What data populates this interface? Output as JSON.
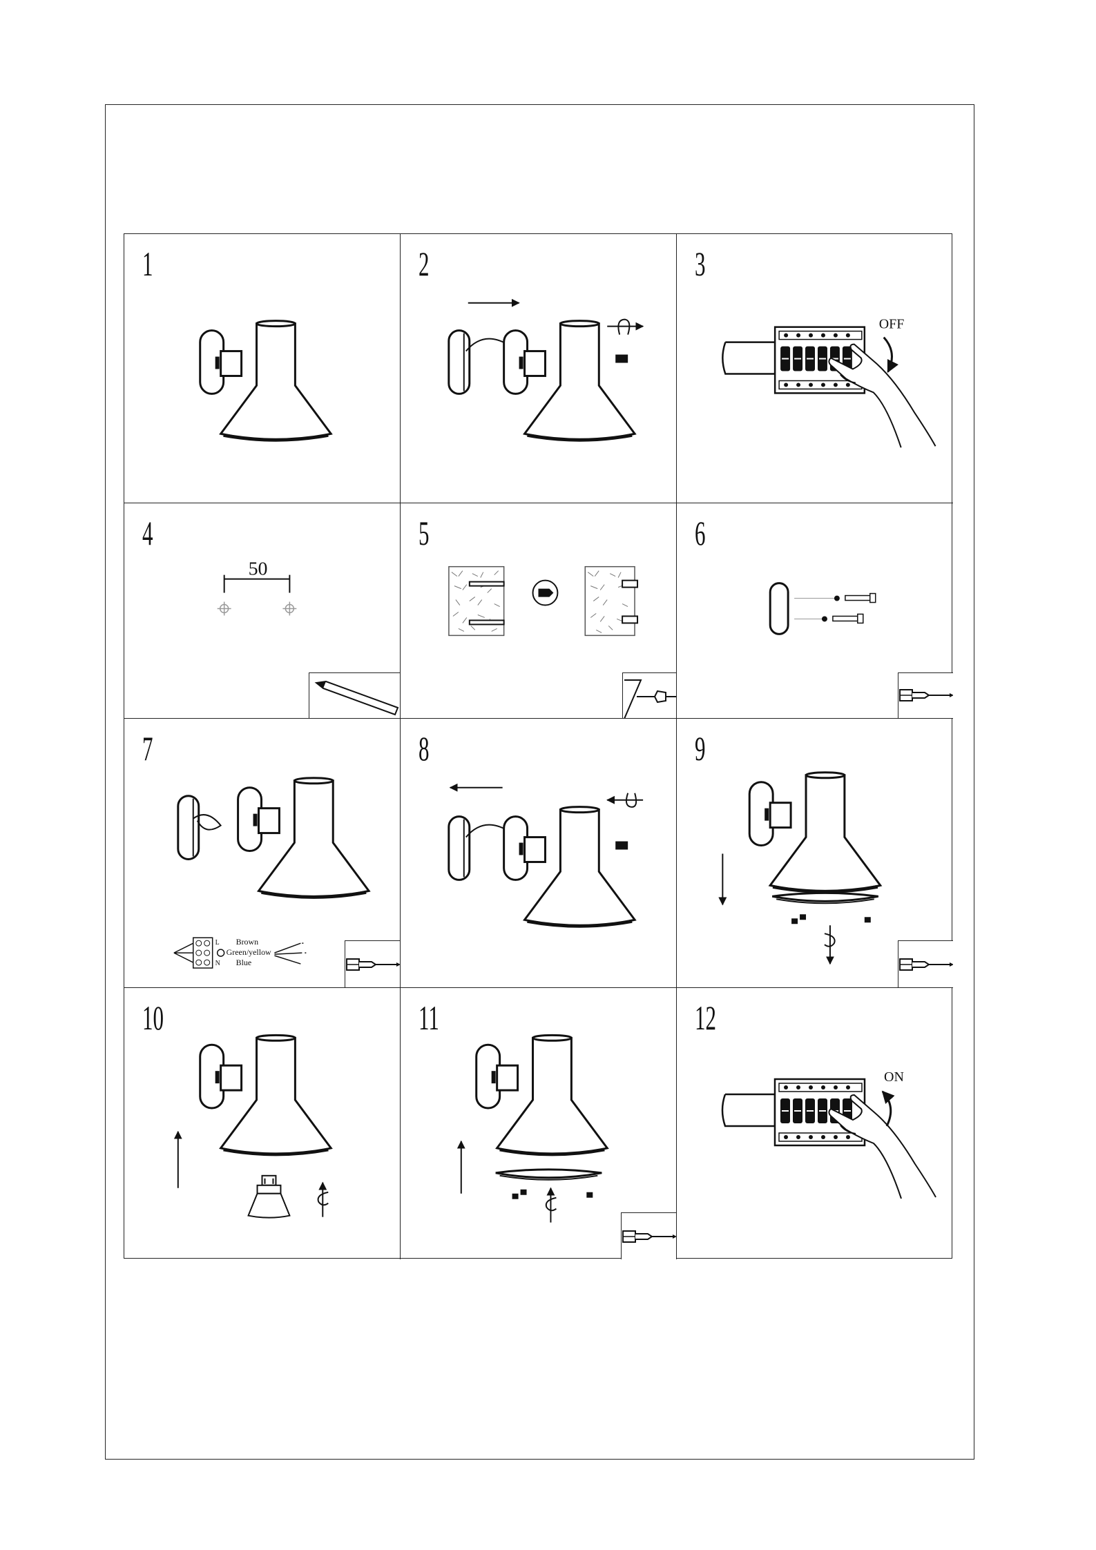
{
  "steps": [
    {
      "number": "1"
    },
    {
      "number": "2"
    },
    {
      "number": "3",
      "label": "OFF"
    },
    {
      "number": "4",
      "dimension": "50"
    },
    {
      "number": "5"
    },
    {
      "number": "6"
    },
    {
      "number": "7",
      "wires": {
        "l": "L",
        "n": "N",
        "brown": "Brown",
        "green_yellow": "Green/yellow",
        "blue": "Blue"
      }
    },
    {
      "number": "8"
    },
    {
      "number": "9"
    },
    {
      "number": "10"
    },
    {
      "number": "11"
    },
    {
      "number": "12",
      "label": "ON"
    }
  ],
  "icons": {
    "lamp": "wall-lamp-icon",
    "pencil": "pencil-icon",
    "drill": "drill-icon",
    "screwdriver": "screwdriver-icon",
    "hand": "hand-icon",
    "breaker": "circuit-breaker-icon",
    "arrow": "arrow-icon",
    "rotate": "rotate-icon",
    "screw": "screw-icon",
    "bulb": "bulb-icon"
  },
  "colors": {
    "line": "#111111",
    "background": "#ffffff"
  }
}
